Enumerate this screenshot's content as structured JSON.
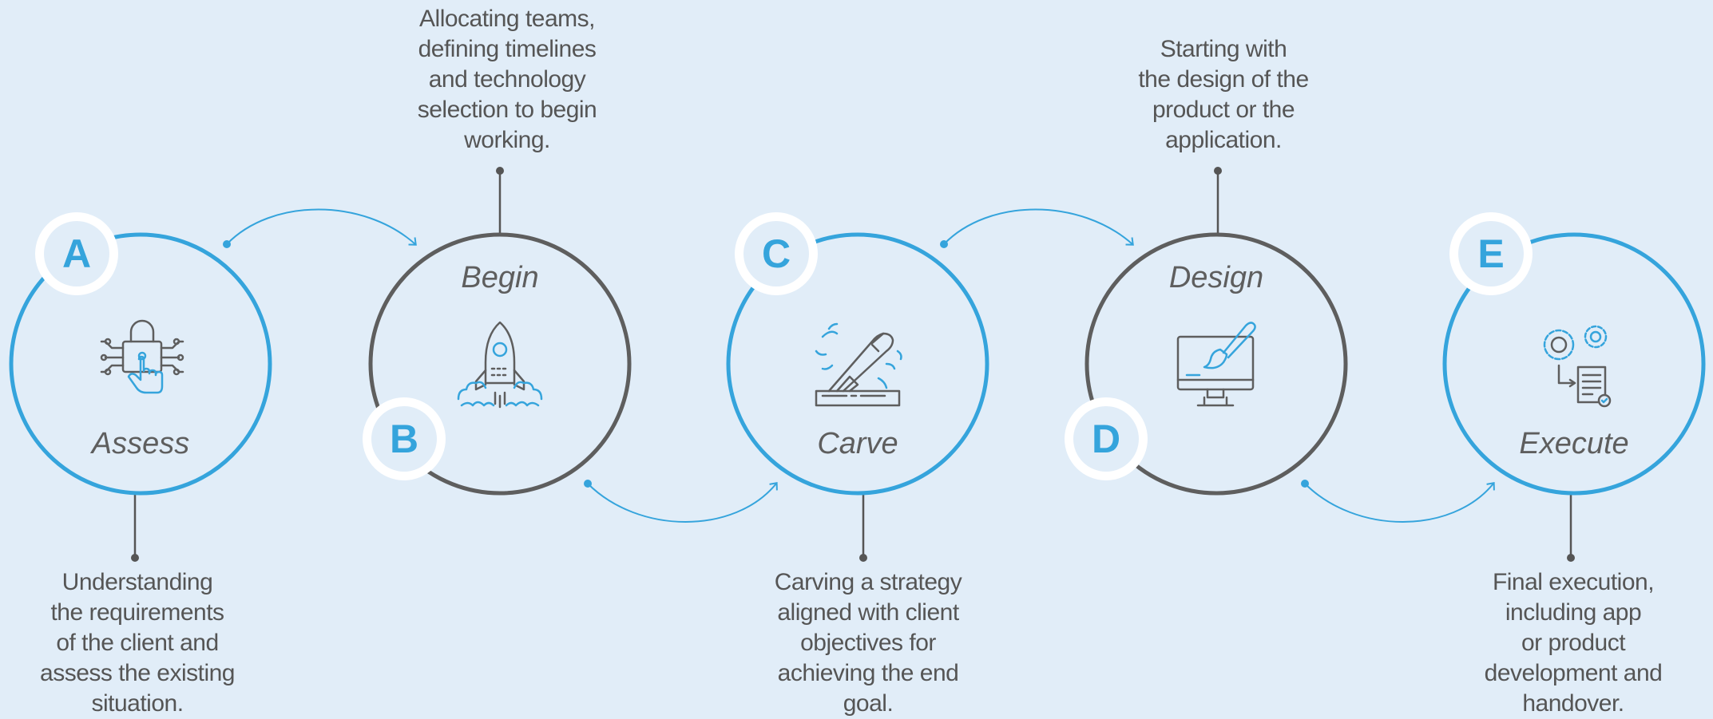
{
  "colors": {
    "background": "#e1edf8",
    "accent_blue": "#35a4dc",
    "dark_gray": "#5e5e5e",
    "text_gray": "#555555",
    "badge_fill": "#ffffff"
  },
  "steps": [
    {
      "letter": "A",
      "title": "Assess",
      "icon": "security-lock-circuit-icon",
      "description": "Understanding\nthe requirements\nof the client and\nassess the existing\nsituation."
    },
    {
      "letter": "B",
      "title": "Begin",
      "icon": "rocket-launch-icon",
      "description": "Allocating teams,\ndefining timelines\nand technology\nselection to begin\nworking."
    },
    {
      "letter": "C",
      "title": "Carve",
      "icon": "carving-chisel-icon",
      "description": "Carving a strategy\naligned with client\nobjectives for\nachieving the end\ngoal."
    },
    {
      "letter": "D",
      "title": "Design",
      "icon": "monitor-paintbrush-icon",
      "description": "Starting with\nthe design of the\nproduct or the\napplication."
    },
    {
      "letter": "E",
      "title": "Execute",
      "icon": "gears-document-icon",
      "description": "Final execution,\nincluding app\nor product\ndevelopment and\nhandover."
    }
  ]
}
